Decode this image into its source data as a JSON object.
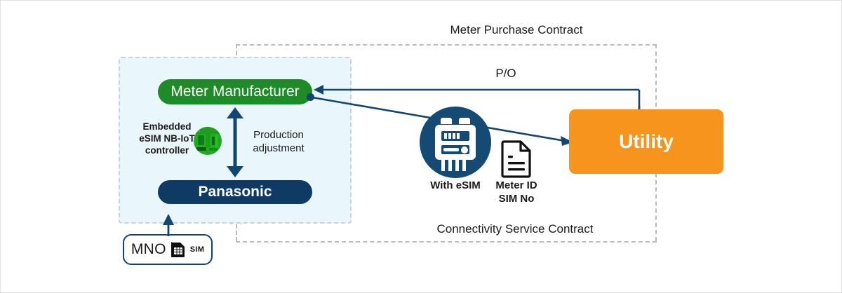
{
  "diagram": {
    "title_top": "Meter Purchase Contract",
    "title_bottom": "Connectivity Service Contract",
    "po_label": "P/O",
    "production_label": "Production\nadjustment",
    "embedded_label": "Embedded\neSIM NB-IoT\ncontroller",
    "with_esim_label": "With eSIM",
    "meter_id_label": "Meter ID\nSIM No",
    "nodes": {
      "meter_manufacturer": "Meter Manufacturer",
      "panasonic": "Panasonic",
      "utility": "Utility",
      "mno": "MNO",
      "sim": "SIM"
    },
    "icons": {
      "chip": "pcb-chip-icon",
      "meter": "smart-meter-icon",
      "document": "document-icon",
      "sim_card": "sim-card-icon"
    },
    "colors": {
      "green": "#1e8a28",
      "navy": "#0e3a63",
      "orange": "#f7941d",
      "light_blue": "#e9f7fc",
      "arrow_navy": "#12456f",
      "dash_gray": "#b9bcbe"
    }
  }
}
